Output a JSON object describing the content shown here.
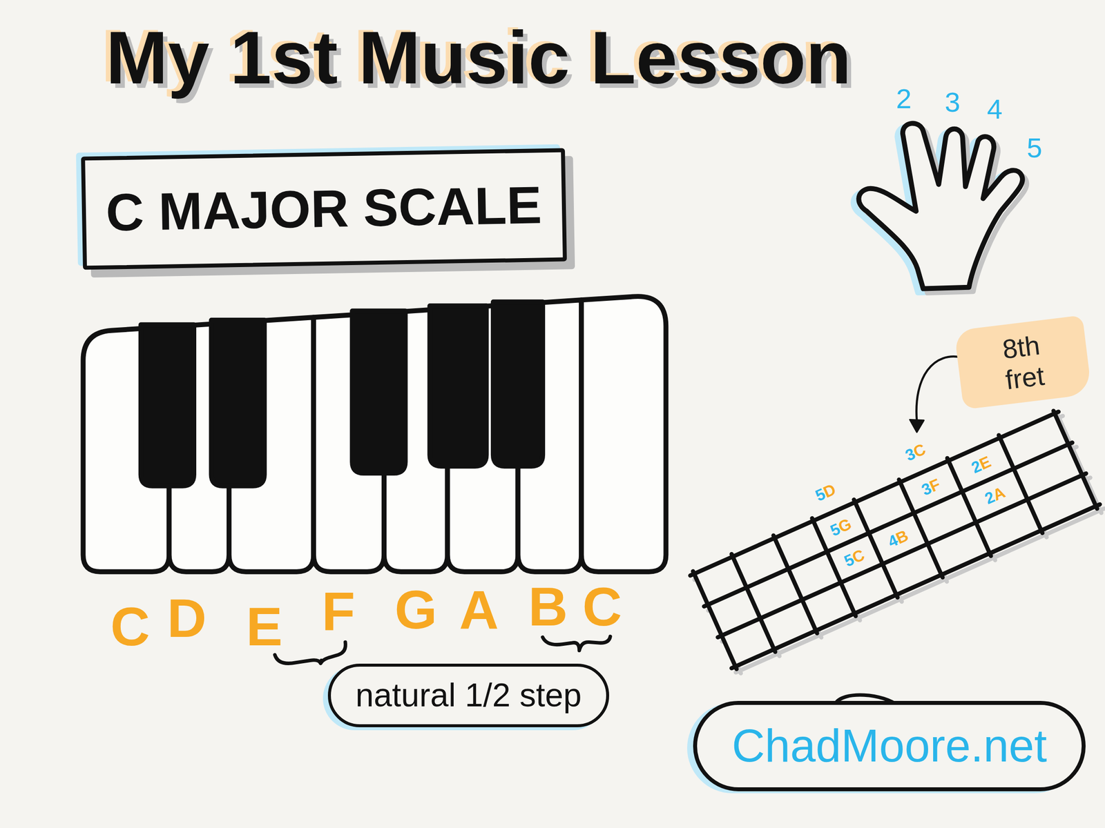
{
  "diagram": {
    "title": "My 1st Music Lesson",
    "nodes": [
      {
        "text": [
          "C MAJOR SCALE"
        ]
      },
      {
        "text": [
          "8th fret"
        ]
      },
      {
        "text": [
          "natural 1/2 step"
        ]
      },
      {
        "text": [
          "ChadMoore.net"
        ]
      }
    ],
    "labels": [
      "2",
      "3",
      "4",
      "5",
      "C",
      "D",
      "E",
      "F",
      "G",
      "A",
      "B",
      "C",
      "5D",
      "3C",
      "5G",
      "3F",
      "2E",
      "5C",
      "4B",
      "2A"
    ]
  }
}
